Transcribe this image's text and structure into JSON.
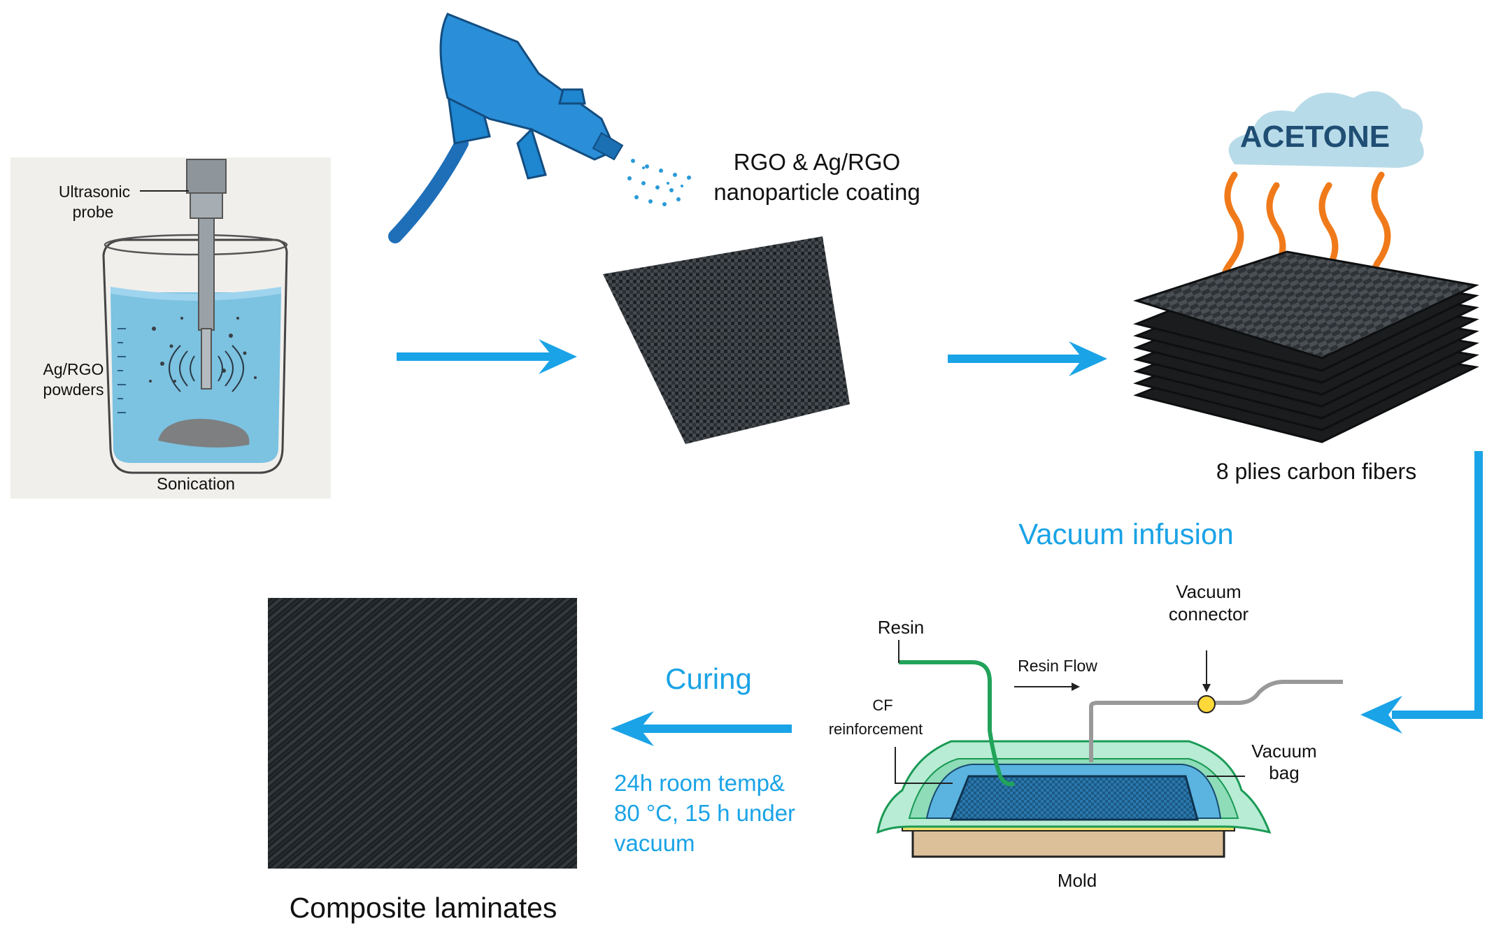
{
  "sonication": {
    "probe_label_line1": "Ultrasonic",
    "probe_label_line2": "probe",
    "powder_label_line1": "Ag/RGO",
    "powder_label_line2": "powders",
    "caption": "Sonication"
  },
  "coating": {
    "label_line1": "RGO & Ag/RGO",
    "label_line2": "nanoparticle coating"
  },
  "stack": {
    "cloud_text": "ACETONE",
    "caption": "8 plies carbon fibers"
  },
  "infusion": {
    "title": "Vacuum infusion",
    "resin": "Resin",
    "resin_flow": "Resin Flow",
    "cf_line1": "CF",
    "cf_line2": "reinforcement",
    "vc_line1": "Vacuum",
    "vc_line2": "connector",
    "vb_line1": "Vacuum",
    "vb_line2": "bag",
    "mold": "Mold"
  },
  "curing": {
    "title": "Curing",
    "line1": "24h room temp&",
    "line2": "80 °C, 15 h under",
    "line3": "vacuum"
  },
  "laminate": {
    "caption": "Composite laminates"
  },
  "colors": {
    "arrow": "#1aa3e6",
    "water": "#6fbde0",
    "carbon": "#2a2d30",
    "gun": "#1f86d0",
    "resin_line": "#22a35a"
  }
}
